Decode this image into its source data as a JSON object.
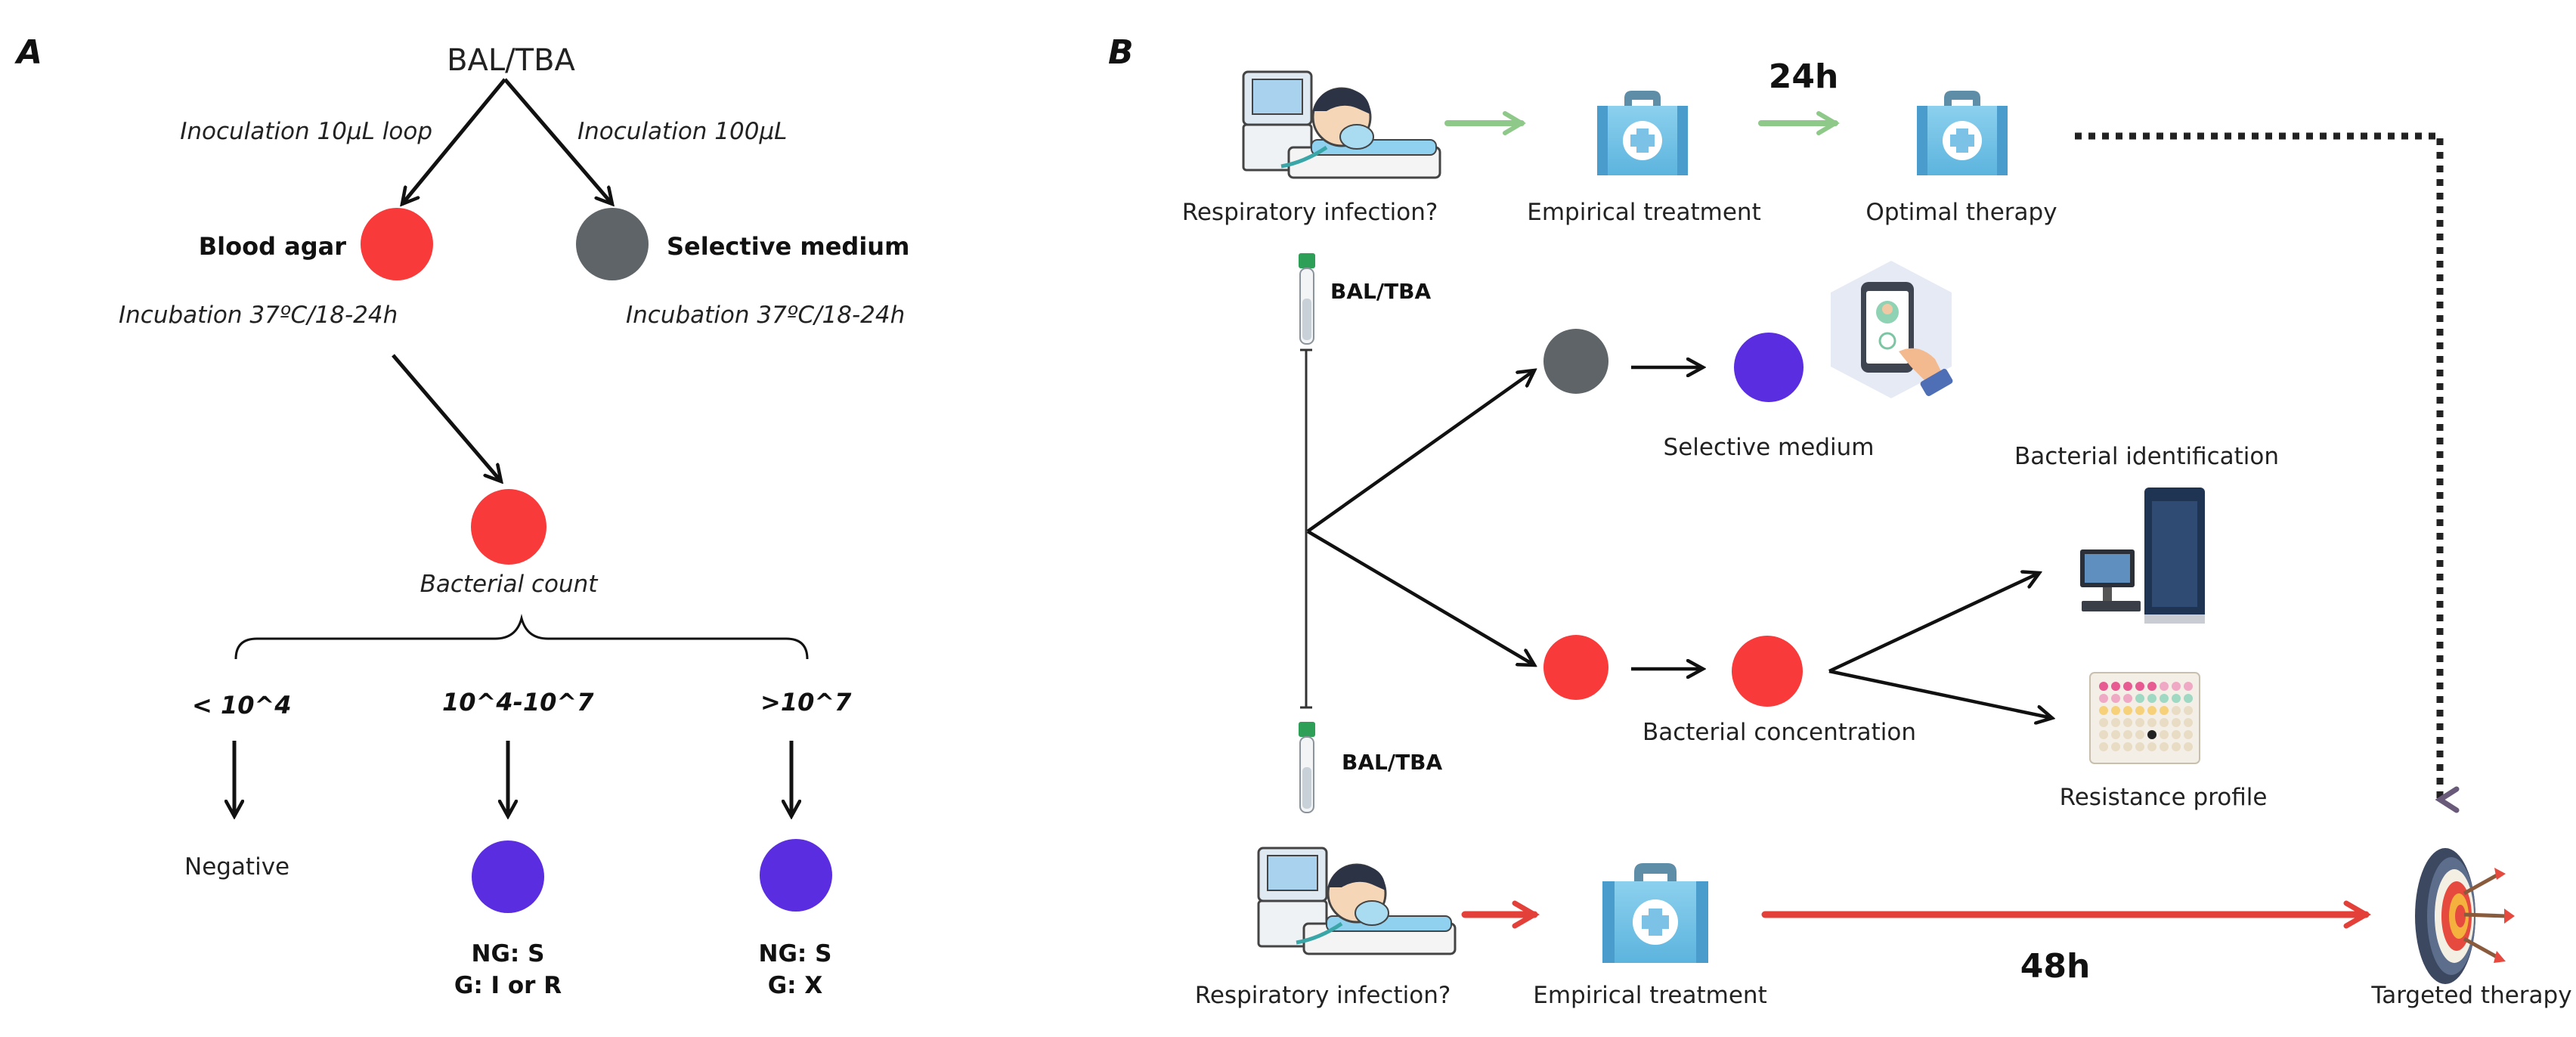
{
  "colors": {
    "blood_agar": "#f83a3a",
    "selective_medium": "#5e6468",
    "bacterial_colony": "#5a2ee0",
    "green_arrow": "#8fc98a",
    "red_arrow": "#e4403a",
    "dotted_arrow": "#222222"
  },
  "panel_a": {
    "label": "A",
    "sample": "BAL/TBA",
    "inoculation_left": "Inoculation 10µL loop",
    "inoculation_right": "Inoculation 100µL",
    "blood_agar": "Blood agar",
    "selective_medium": "Selective medium",
    "incubation_left": "Incubation 37ºC/18-24h",
    "incubation_right": "Incubation 37ºC/18-24h",
    "bacterial_count": "Bacterial count",
    "thresholds": [
      "< 10^4",
      "10^4-10^7",
      ">10^7"
    ],
    "negative": "Negative",
    "result_mid_line1": "NG: S",
    "result_mid_line2": "G: I or R",
    "result_right_line1": "NG: S",
    "result_right_line2": "G: X"
  },
  "panel_b": {
    "label": "B",
    "top_row": {
      "patient": "Respiratory infection?",
      "treatment": "Empirical treatment",
      "time": "24h",
      "optimal": "Optimal therapy"
    },
    "tube_top": "BAL/TBA",
    "tube_bottom": "BAL/TBA",
    "selective_medium": "Selective medium",
    "bacterial_identification": "Bacterial identification",
    "bacterial_concentration": "Bacterial concentration",
    "resistance_profile": "Resistance profile",
    "bottom_row": {
      "patient": "Respiratory infection?",
      "treatment": "Empirical treatment",
      "time": "48h",
      "target": "Targeted therapy"
    },
    "icons": [
      "ventilated-patient-icon",
      "medical-kit-icon",
      "sample-tube-icon",
      "smartphone-app-icon",
      "maldi-tof-instrument-icon",
      "antibiogram-plate-icon",
      "target-icon"
    ]
  }
}
